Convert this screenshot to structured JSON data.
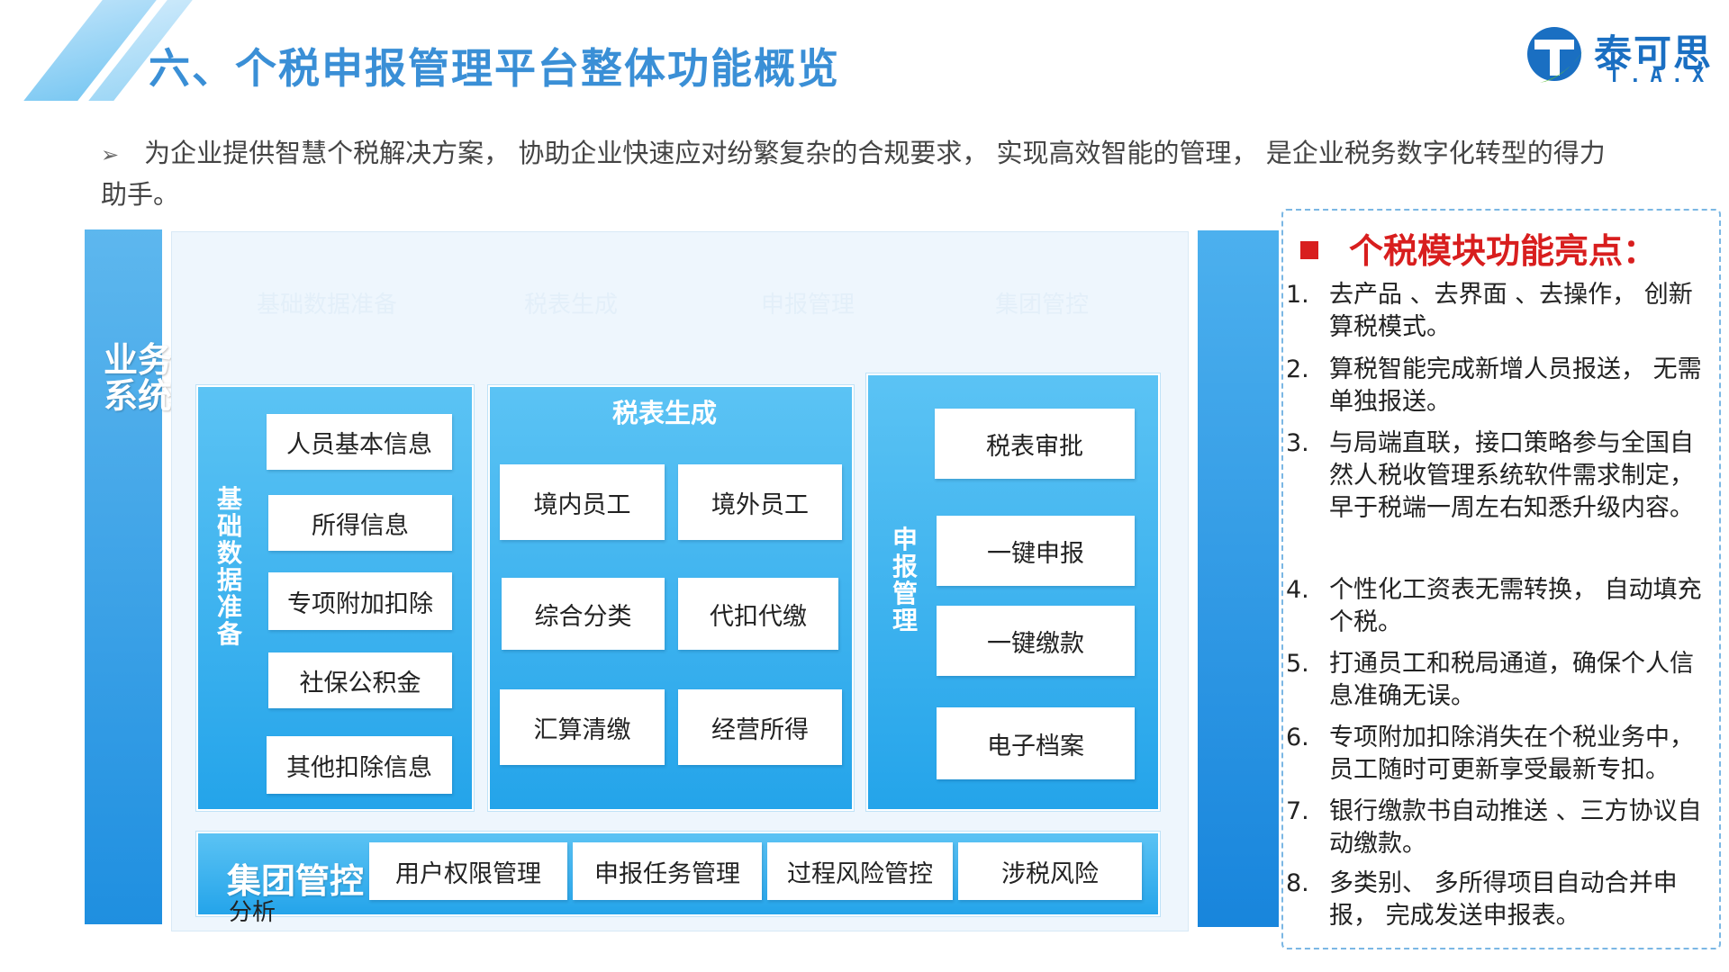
{
  "header": {
    "title": "六、个税申报管理平台整体功能概览",
    "logo_cn": "泰可思",
    "logo_en": "T.A.X"
  },
  "intro": {
    "bullet": "➢",
    "text": "为企业提供智慧个税解决方案， 协助企业快速应对纷繁复杂的合规要求， 实现高效智能的管理， 是企业税务数字化转型的得力助手。"
  },
  "diagram": {
    "left_label": "业务系统",
    "ghost_headers": [
      "基础数据准备",
      "税表生成",
      "申报管理",
      "集团管控"
    ],
    "basic_data": {
      "label": "基础数据准备",
      "items": [
        "人员基本信息",
        "所得信息",
        "专项附加扣除",
        "社保公积金",
        "其他扣除信息"
      ]
    },
    "tax_gen": {
      "title": "税表生成",
      "items": [
        "境内员工",
        "境外员工",
        "综合分类",
        "代扣代缴",
        "汇算清缴",
        "经营所得"
      ]
    },
    "declare": {
      "label": "申报管理",
      "items": [
        "税表审批",
        "一键申报",
        "一键缴款",
        "电子档案"
      ]
    },
    "group": {
      "title": "集团管控",
      "subtitle": "分析",
      "items": [
        "用户权限管理",
        "申报任务管理",
        "过程风险管控",
        "涉税风险"
      ]
    }
  },
  "highlights": {
    "title": "个税模块功能亮点：",
    "items": [
      {
        "num": "1.",
        "text": "去产品 、去界面 、去操作， 创新算税模式。"
      },
      {
        "num": "2.",
        "text": "算税智能完成新增人员报送， 无需单独报送。"
      },
      {
        "num": "3.",
        "text": "与局端直联，接口策略参与全国自然人税收管理系统软件需求制定， 早于税端一周左右知悉升级内容。"
      },
      {
        "num": "4.",
        "text": "个性化工资表无需转换， 自动填充个税。"
      },
      {
        "num": "5.",
        "text": "打通员工和税局通道，确保个人信息准确无误。"
      },
      {
        "num": "6.",
        "text": "专项附加扣除消失在个税业务中，员工随时可更新享受最新专扣。"
      },
      {
        "num": "7.",
        "text": "银行缴款书自动推送 、三方协议自动缴款。"
      },
      {
        "num": "8.",
        "text": "多类别、 多所得项目自动合并申报， 完成发送申报表。"
      }
    ]
  },
  "colors": {
    "title_blue": "#3a8fd6",
    "panel_blue": "#24a4ea",
    "highlight_red": "#d81e1e"
  }
}
